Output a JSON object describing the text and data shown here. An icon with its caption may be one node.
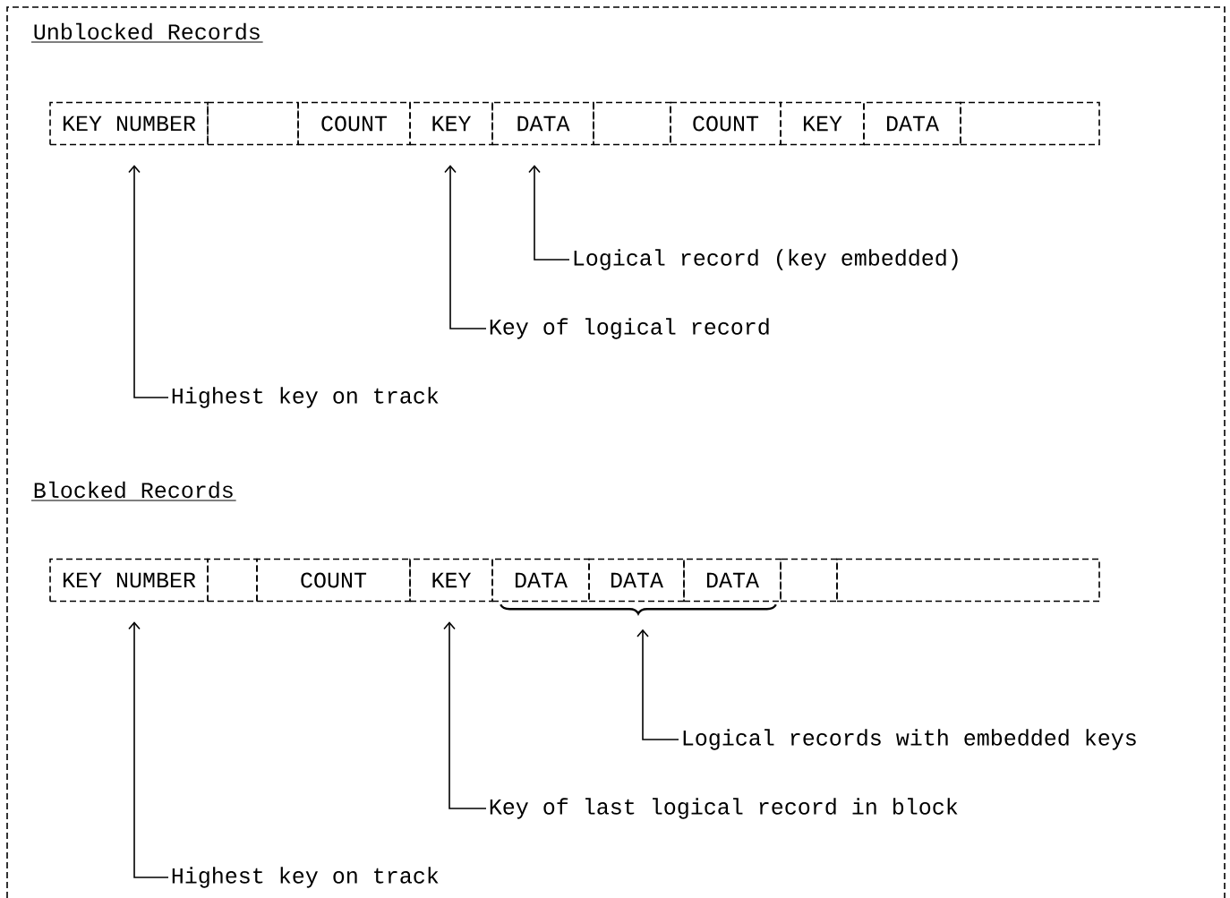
{
  "diagram": {
    "nodes": [
      {
        "text": [
          "KEY NUMBER"
        ]
      },
      {
        "text": [],
        "shape": "box"
      },
      {
        "text": [
          "COUNT"
        ]
      },
      {
        "text": [
          "KEY"
        ]
      },
      {
        "text": [
          "DATA"
        ]
      },
      {
        "text": [],
        "shape": "box"
      },
      {
        "text": [
          "COUNT"
        ]
      },
      {
        "text": [
          "KEY"
        ]
      },
      {
        "text": [
          "DATA"
        ]
      },
      {
        "text": [],
        "shape": "box"
      },
      {
        "text": [
          "KEY NUMBER"
        ]
      },
      {
        "text": [],
        "shape": "box"
      },
      {
        "text": [
          "COUNT"
        ]
      },
      {
        "text": [
          "KEY"
        ]
      },
      {
        "text": [
          "DATA"
        ]
      },
      {
        "text": [
          "DATA"
        ]
      },
      {
        "text": [
          "DATA"
        ]
      },
      {
        "text": [],
        "shape": "box"
      },
      {
        "text": [],
        "shape": "box"
      },
      {
        "text": [],
        "shape": "brace"
      },
      {
        "text": [
          "Logical record (key embedded)"
        ]
      },
      {
        "text": [
          "Key of logical record"
        ]
      },
      {
        "text": [
          "Highest key on track"
        ]
      },
      {
        "text": [
          "Logical records with embedded keys"
        ]
      },
      {
        "text": [
          "Key of last logical record in block"
        ]
      },
      {
        "text": [
          "Highest key on track"
        ]
      }
    ],
    "edges": [
      {
        "from": 20,
        "to": 4,
        "arrow": "to"
      },
      {
        "from": 21,
        "to": 3,
        "arrow": "to"
      },
      {
        "from": 22,
        "to": 0,
        "arrow": "to"
      },
      {
        "from": 23,
        "to": 19,
        "arrow": "to"
      },
      {
        "from": 24,
        "to": 13,
        "arrow": "to"
      },
      {
        "from": 25,
        "to": 10,
        "arrow": "to"
      }
    ],
    "labels": [
      "Unblocked Records",
      "Blocked Records"
    ]
  }
}
